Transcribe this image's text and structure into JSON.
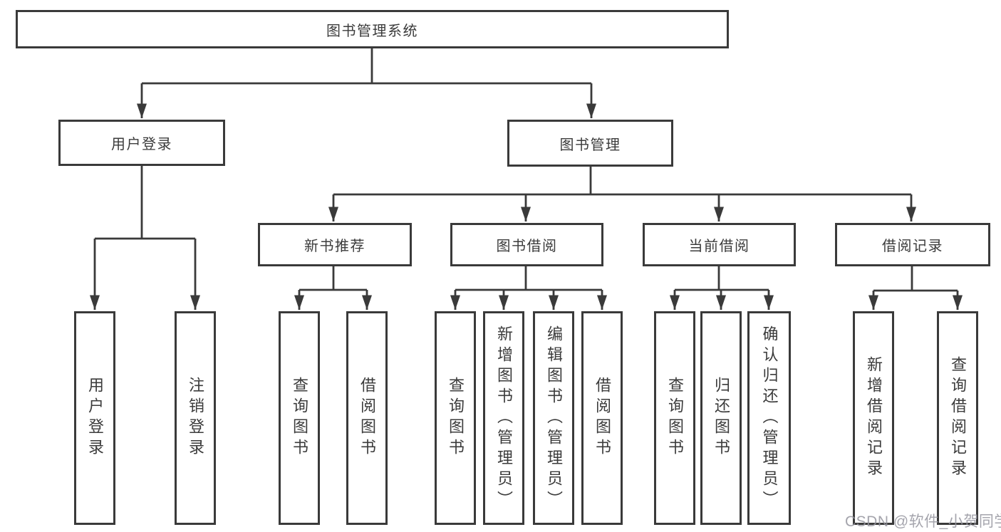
{
  "tree": {
    "root": "图书管理系统",
    "children": [
      {
        "label": "用户登录",
        "children": [
          "用户登录",
          "注销登录"
        ]
      },
      {
        "label": "图书管理",
        "children": [
          {
            "label": "新书推荐",
            "children": [
              "查询图书",
              "借阅图书"
            ]
          },
          {
            "label": "图书借阅",
            "children": [
              "查询图书",
              "新增图书（管理员）",
              "编辑图书（管理员）",
              "借阅图书"
            ]
          },
          {
            "label": "当前借阅",
            "children": [
              "查询图书",
              "归还图书",
              "确认归还（管理员）"
            ]
          },
          {
            "label": "借阅记录",
            "children": [
              "新增借阅记录",
              "查询借阅记录"
            ]
          }
        ]
      }
    ]
  },
  "watermark": "CSDN @软件_小贺同学",
  "colors": {
    "line": "#3a3a3a",
    "node_text": "#3b3b3b",
    "background": "#ffffff",
    "watermark": "#94949e"
  }
}
